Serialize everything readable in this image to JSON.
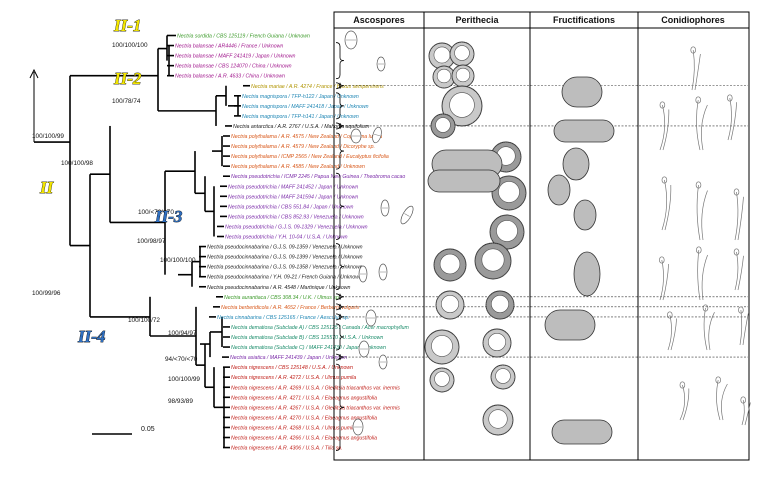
{
  "columns": [
    "Ascospores",
    "Perithecia",
    "Fructifications",
    "Conidiophores"
  ],
  "clades": [
    {
      "label": "II-1",
      "color": "#f2e500"
    },
    {
      "label": "II-2",
      "color": "#f2e500"
    },
    {
      "label": "II-3",
      "color": "#2f6fc0"
    },
    {
      "label": "II-4",
      "color": "#2f6fc0"
    },
    {
      "label": "II",
      "color": "#f2e500"
    }
  ],
  "colors": {
    "green": "#3c9a2a",
    "magenta": "#a0168c",
    "olive": "#b09400",
    "blue": "#1f86b4",
    "black": "#222222",
    "orange": "#d8581a",
    "purple": "#7a2aa8",
    "red": "#c0201a",
    "teal": "#1a8c6a"
  },
  "taxa": [
    {
      "text": "Nectria sordida / CBS 125119 / French Guiana / Unknown",
      "color": "green"
    },
    {
      "text": "Nectria balansae / AR4446 / France / Unknown",
      "color": "magenta"
    },
    {
      "text": "Nectria balansae / MAFF 241419 / Japan / Unknown",
      "color": "magenta"
    },
    {
      "text": "Nectria balansae / CBS 124070 / China / Unknown",
      "color": "magenta"
    },
    {
      "text": "Nectria balansae / A.R. 4633 / China / Unknown",
      "color": "magenta"
    },
    {
      "text": "Nectria mariae / A.R. 4274 / France / Buxus sempervirens",
      "color": "olive"
    },
    {
      "text": "Nectria magnispora / TFP-h122 / Japan / Unknown",
      "color": "blue"
    },
    {
      "text": "Nectria magnispora / MAFF 241418 / Japan / Unknown",
      "color": "blue"
    },
    {
      "text": "Nectria magnispora / TFP-h141 / Japan / Unknown",
      "color": "blue"
    },
    {
      "text": "Nectria antarctica / A.R. 2767 / U.S.A. / Mahonia aquifolium",
      "color": "black"
    },
    {
      "text": "Nectria polythalama / A.R. 4575 / New Zealand / Coprosma lucida",
      "color": "orange"
    },
    {
      "text": "Nectria polythalama / A.R. 4579 / New Zealand / Dicoryphe sp.",
      "color": "orange"
    },
    {
      "text": "Nectria polythalama / ICMP 2565 / New Zealand / Eucalyptus ficifolia",
      "color": "orange"
    },
    {
      "text": "Nectria polythalama / A.R. 4585 / New Zealand / Unknown",
      "color": "orange"
    },
    {
      "text": "Nectria pseudotrichia / ICMP 2245 / Papua New Guinea / Theobroma cacao",
      "color": "purple"
    },
    {
      "text": "Nectria pseudotrichia / MAFF 241452 / Japan / Unknown",
      "color": "purple"
    },
    {
      "text": "Nectria pseudotrichia / MAFF 241594 / Japan / Unknown",
      "color": "purple"
    },
    {
      "text": "Nectria pseudotrichia / CBS 551.84 / Japan / Unknown",
      "color": "purple"
    },
    {
      "text": "Nectria pseudotrichia / CBS 852.93 / Venezuela / Unknown",
      "color": "purple"
    },
    {
      "text": "Nectria pseudotrichia / G.J.S. 09-1329 / Venezuela / Unknown",
      "color": "purple"
    },
    {
      "text": "Nectria pseudotrichia / Y.H. 10-04 / U.S.A. / Unknown",
      "color": "purple"
    },
    {
      "text": "Nectria pseudocinnabarina / G.J.S. 09-1359 / Venezuela / Unknown",
      "color": "black"
    },
    {
      "text": "Nectria pseudocinnabarina / G.J.S. 09-1399 / Venezuela / Unknown",
      "color": "black"
    },
    {
      "text": "Nectria pseudocinnabarina / G.J.S. 09-1358 / Venezuela / Unknown",
      "color": "black"
    },
    {
      "text": "Nectria pseudocinnabarina / Y.H. 09-21 / French Guiana / Unknown",
      "color": "black"
    },
    {
      "text": "Nectria pseudocinnabarina / A.R. 4548 / Martinique / Unknown",
      "color": "black"
    },
    {
      "text": "Nectria aurantiaca / CBS 308.34 / U.K. / Ulmus sp.",
      "color": "green"
    },
    {
      "text": "Nectria berberidicola / A.R. 4652 / France / Berberis vulgaris",
      "color": "orange"
    },
    {
      "text": "Nectria cinnabarina / CBS 125165 / France / Aesculus sp.",
      "color": "blue"
    },
    {
      "text": "Nectria dematiosa (Subclade A) / CBS 125125 / Canada / Acer macrophyllum",
      "color": "teal"
    },
    {
      "text": "Nectria dematiosa (Subclade B) / CBS 125570 / U.S.A. / Unknown",
      "color": "teal"
    },
    {
      "text": "Nectria dematiosa (Subclade C) / MAFF 241430 / Japan / Unknown",
      "color": "teal"
    },
    {
      "text": "Nectria asiatica / MAFF 241439 / Japan / Unknown",
      "color": "purple"
    },
    {
      "text": "Nectria nigrescens / CBS 125148 / U.S.A. / Unknown",
      "color": "red"
    },
    {
      "text": "Nectria nigrescens / A.R. 4272 / U.S.A. / Ulmus pumila",
      "color": "red"
    },
    {
      "text": "Nectria nigrescens / A.R. 4269 / U.S.A. / Gleditsia triacanthos var. inermis",
      "color": "red"
    },
    {
      "text": "Nectria nigrescens / A.R. 4271 / U.S.A. / Elaeagnus angustifolia",
      "color": "red"
    },
    {
      "text": "Nectria nigrescens / A.R. 4267 / U.S.A. / Gleditsia triacanthos var. inermis",
      "color": "red"
    },
    {
      "text": "Nectria nigrescens / A.R. 4270 / U.S.A. / Elaeagnus angustifolia",
      "color": "red"
    },
    {
      "text": "Nectria nigrescens / A.R. 4268 / U.S.A. / Ulmus pumila",
      "color": "red"
    },
    {
      "text": "Nectria nigrescens / A.R. 4266 / U.S.A. / Elaeagnus angustifolia",
      "color": "red"
    },
    {
      "text": "Nectria nigrescens / A.R. 4306 / U.S.A. / Tilia sp.",
      "color": "red"
    }
  ],
  "supports": [
    "100/100/100",
    "100/78/74",
    "100/100/99",
    "100/100/98",
    "100/<70/<70",
    "100/98/97",
    "100/100/100",
    "100/99/96",
    "100/100/72",
    "100/94/97",
    "94/<70/<70",
    "100/100/99",
    "98/93/89"
  ],
  "scale_bar": {
    "label": "0.05"
  }
}
